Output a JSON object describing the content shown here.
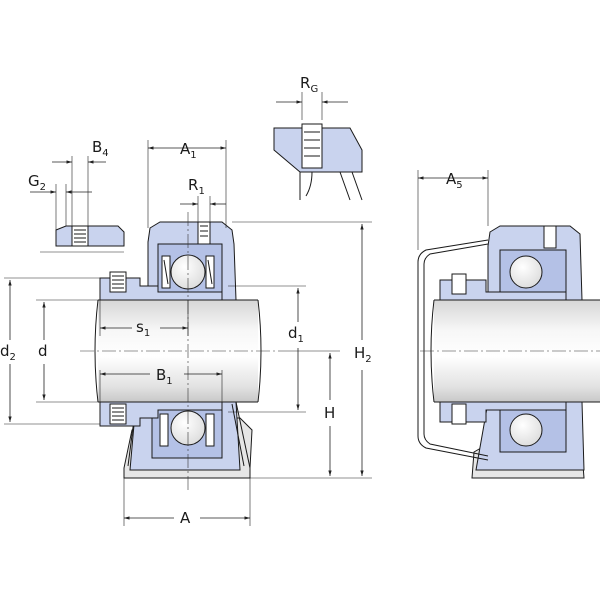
{
  "labels": {
    "RG": {
      "main": "R",
      "sub": "G"
    },
    "B4": {
      "main": "B",
      "sub": "4"
    },
    "G2": {
      "main": "G",
      "sub": "2"
    },
    "A1": {
      "main": "A",
      "sub": "1"
    },
    "R1": {
      "main": "R",
      "sub": "1"
    },
    "A5": {
      "main": "A",
      "sub": "5"
    },
    "s1": {
      "main": "s",
      "sub": "1"
    },
    "d1": {
      "main": "d",
      "sub": "1"
    },
    "d2": {
      "main": "d",
      "sub": "2"
    },
    "d": {
      "main": "d",
      "sub": ""
    },
    "H2": {
      "main": "H",
      "sub": "2"
    },
    "H": {
      "main": "H",
      "sub": ""
    },
    "B1": {
      "main": "B",
      "sub": "1"
    },
    "A": {
      "main": "A",
      "sub": ""
    }
  },
  "colors": {
    "housing_fill": "#c9d3ee",
    "housing_dark": "#b4c1e6",
    "shaft_light": "#f4f4f4",
    "shaft_dark": "#cfcfcf",
    "ball": "#ffffff",
    "line": "#1a1a1a"
  }
}
